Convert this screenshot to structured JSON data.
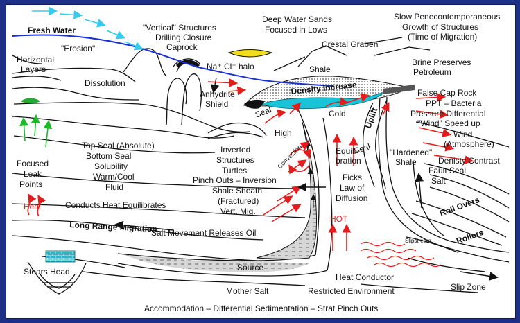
{
  "labels": {
    "fresh_water": "Fresh Water",
    "erosion": "\"Erosion\"",
    "horizontal_1": "Horizontal",
    "horizontal_2": "Layers",
    "dissolution": "Dissolution",
    "vertical_1": "\"Vertical\" Structures",
    "vertical_2": "Drilling Closure",
    "vertical_3": "Caprock",
    "nacl_halo": "Na⁺ Cl⁻ halo",
    "deep_water_1": "Deep Water Sands",
    "deep_water_2": "Focused in Lows",
    "slow_1": "Slow Penecontemporaneous",
    "slow_2": "Growth of Structures",
    "slow_3": "(Time of Migration)",
    "crestal_graben": "Crestal Graben",
    "shale_top": "Shale",
    "brine_1": "Brine Preserves",
    "brine_2": "Petroleum",
    "density_increase": "Density Increase",
    "anhydrite_1": "Anhydrite",
    "anhydrite_2": "Shield",
    "seal_left": "Seal",
    "cold": "Cold",
    "false_cap": "False Cap Rock",
    "ppt": "PPT – Bacteria",
    "pressure": "Pressure Differential",
    "wind_speed": "\"Wind\" Speed up",
    "wind_1": "Wind",
    "wind_2": "(Atmosphere)",
    "density_contrast": "Denisty Contrast",
    "high": "High",
    "uplift": "Uplift",
    "seal_right": "Seal",
    "hardened_1": "\"Hardened\"",
    "hardened_2": "Shale",
    "fault_seal_1": "Fault Seal",
    "fault_seal_2": "Salt",
    "top_seal": "Top Seal (Absolute)",
    "bottom_seal": "Bottom Seal",
    "solubility": "Solubility",
    "warm_cool": "Warm/Cool",
    "fluid": "Fluid",
    "inverted_1": "Inverted",
    "inverted_2": "Structures",
    "inverted_3": "Turtles",
    "convection": "Convection",
    "equilibration_1": "Equili-",
    "equilibration_2": "bration",
    "pinch_outs": "Pinch Outs – Inversion",
    "shale_sheath_1": "Shale Sheath",
    "shale_sheath_2": "(Fractured)",
    "shale_sheath_3": "Vert. Mig.",
    "ficks_1": "Ficks",
    "ficks_2": "Law of",
    "ficks_3": "Diffusion",
    "focused_1": "Focused",
    "focused_2": "Leak",
    "focused_3": "Points",
    "roll_overs": "Roll Overs",
    "rollers": "Rollers",
    "heat": "Heat",
    "conducts_heat": "Conducts Heat Equilibrates",
    "long_range": "Long Range Migration",
    "hot": "HOT",
    "slipstream": "Slipstream",
    "salt_movement": "Salt Movement Releases Oil",
    "stears_head": "Stears Head",
    "source": "Source",
    "heat_conductor": "Heat Conductor",
    "slip_zone": "Slip Zone",
    "mother_salt": "Mother Salt",
    "restricted": "Restricted Environment",
    "accommodation": "Accommodation – Differential Sedimentation – Strat Pinch Outs"
  },
  "colors": {
    "background": "#1e2f86",
    "panel": "#ffffff",
    "fresh_water_line": "#1a2fd6",
    "fresh_water_arrows": "#33ccee",
    "arrows_red": "#e51c1c",
    "leak_arrows_green": "#1dbb2a",
    "green_patch": "#22aa33",
    "deep_water_sand": "#f2dc1e",
    "brine_cyan": "#19c4d8",
    "stears_head_cyan": "#22b8c8"
  }
}
